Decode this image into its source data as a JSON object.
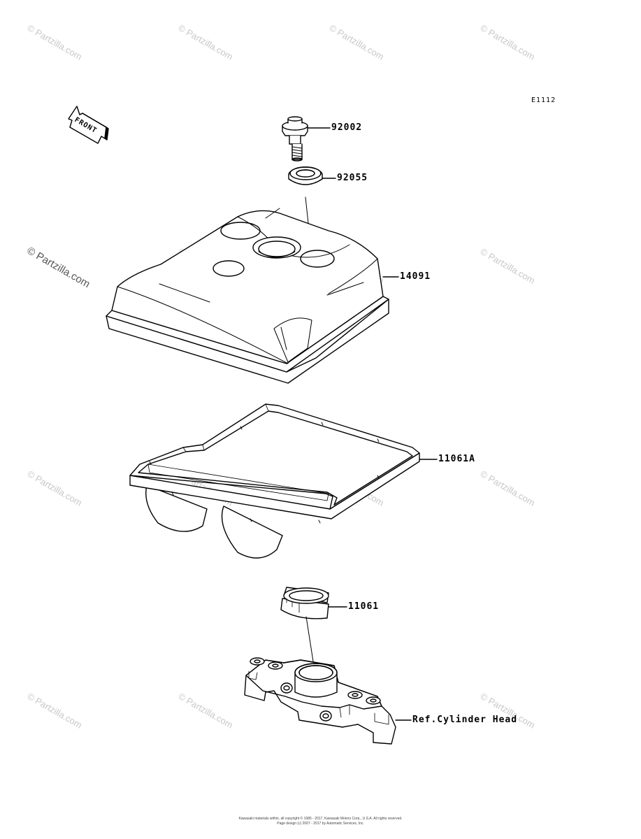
{
  "diagram": {
    "code": "E1112",
    "front_label": "FRONT",
    "parts": [
      {
        "number": "92002"
      },
      {
        "number": "92055"
      },
      {
        "number": "14091"
      },
      {
        "number": "11061A"
      },
      {
        "number": "11061"
      },
      {
        "number": "Ref.Cylinder Head"
      }
    ]
  },
  "watermark": {
    "text": "© Partzilla.com"
  },
  "footer": {
    "line1": "Kawasaki materials within, all copyright © 1985 - 2017, Kawasaki Motors Corp., U.S.A. All rights reserved.",
    "line2": "Page design (c) 2007 - 2017 by Automatic Services, Inc."
  }
}
